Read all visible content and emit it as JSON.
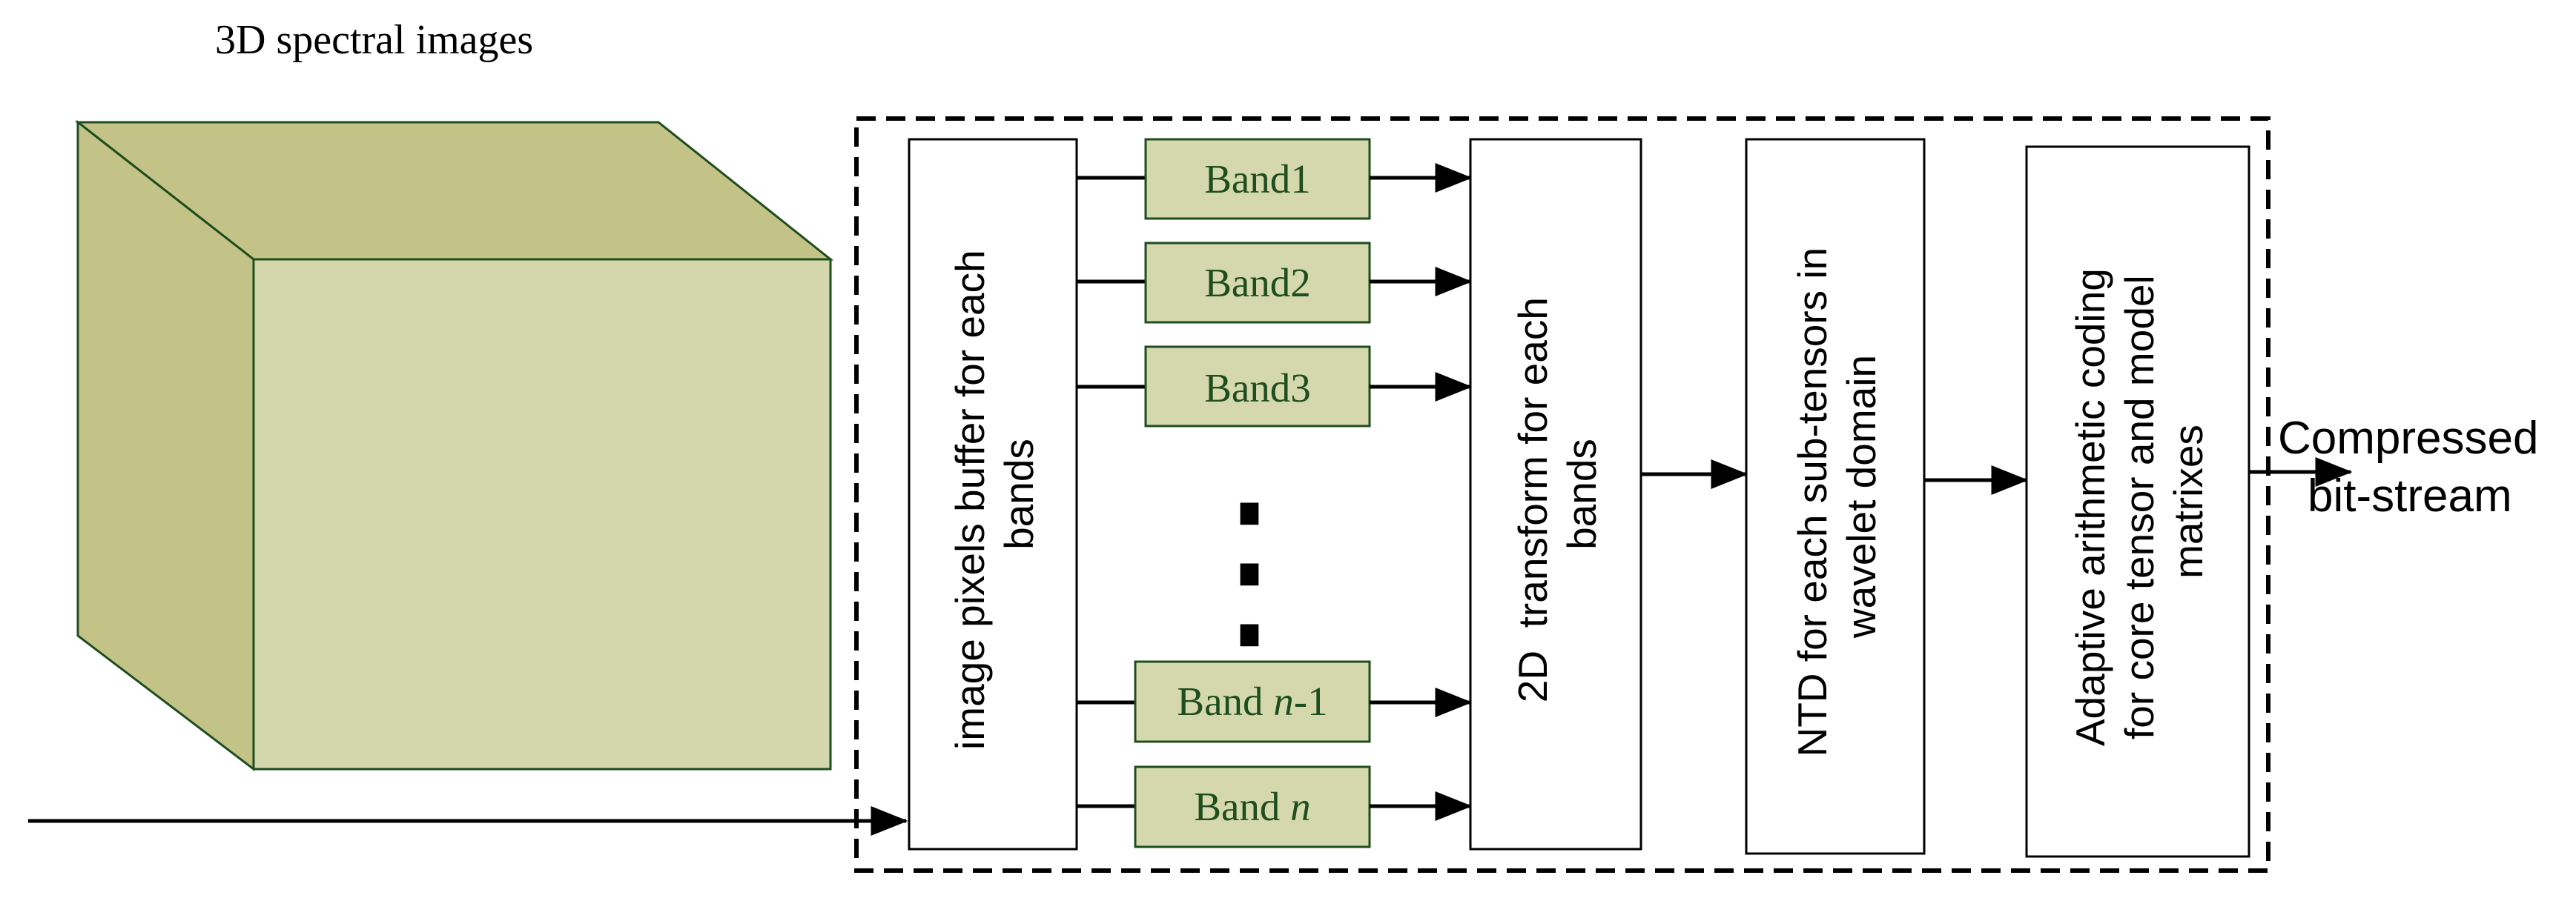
{
  "diagram": {
    "title": "3D spectral images",
    "buffer_label": {
      "line1": "image pixels buffer for each",
      "line2": "bands"
    },
    "bands": [
      {
        "label": "Band1"
      },
      {
        "label": "Band2"
      },
      {
        "label": "Band3"
      },
      {
        "label_prefix": "Band ",
        "label_italic": "n",
        "label_suffix": "-1"
      },
      {
        "label_prefix": "Band ",
        "label_italic": "n",
        "label_suffix": ""
      }
    ],
    "ellipsis": "⋮",
    "transform_label": {
      "line1": "2D  transform for each",
      "line2": "bands"
    },
    "ntd_label": {
      "line1": "NTD for each sub-tensors in",
      "line2": "wavelet domain"
    },
    "coding_label": {
      "line1": "Adaptive arithmetic coding",
      "line2": "for core tensor and model",
      "line3": "matrixes"
    },
    "output_label": {
      "line1": "Compressed",
      "line2": "bit-stream"
    },
    "colors": {
      "cube_front": "#d4d7ab",
      "cube_side": "#c3c387",
      "cube_edge": "#1e4d1e",
      "band_fill": "#d5d8ac",
      "band_text": "#1e4d1e",
      "line": "#000000"
    }
  }
}
